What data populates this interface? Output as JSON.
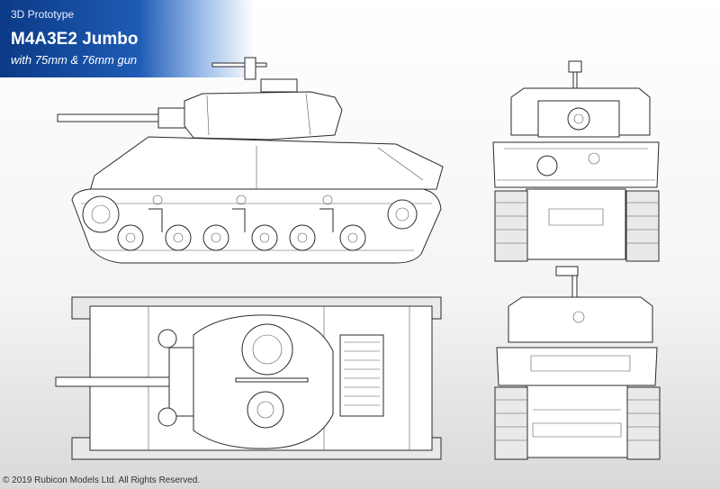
{
  "header": {
    "kicker": "3D Prototype",
    "title": "M4A3E2 Jumbo",
    "subtitle": "with 75mm & 76mm gun"
  },
  "footer": {
    "copyright": "© 2019 Rubicon Models Ltd. All Rights Reserved."
  },
  "colors": {
    "banner_dark": "#0b3a86",
    "banner_light": "#1f5cb5",
    "line": "#2a2a2a"
  },
  "views": [
    "side-view",
    "front-view",
    "top-view",
    "rear-view"
  ]
}
